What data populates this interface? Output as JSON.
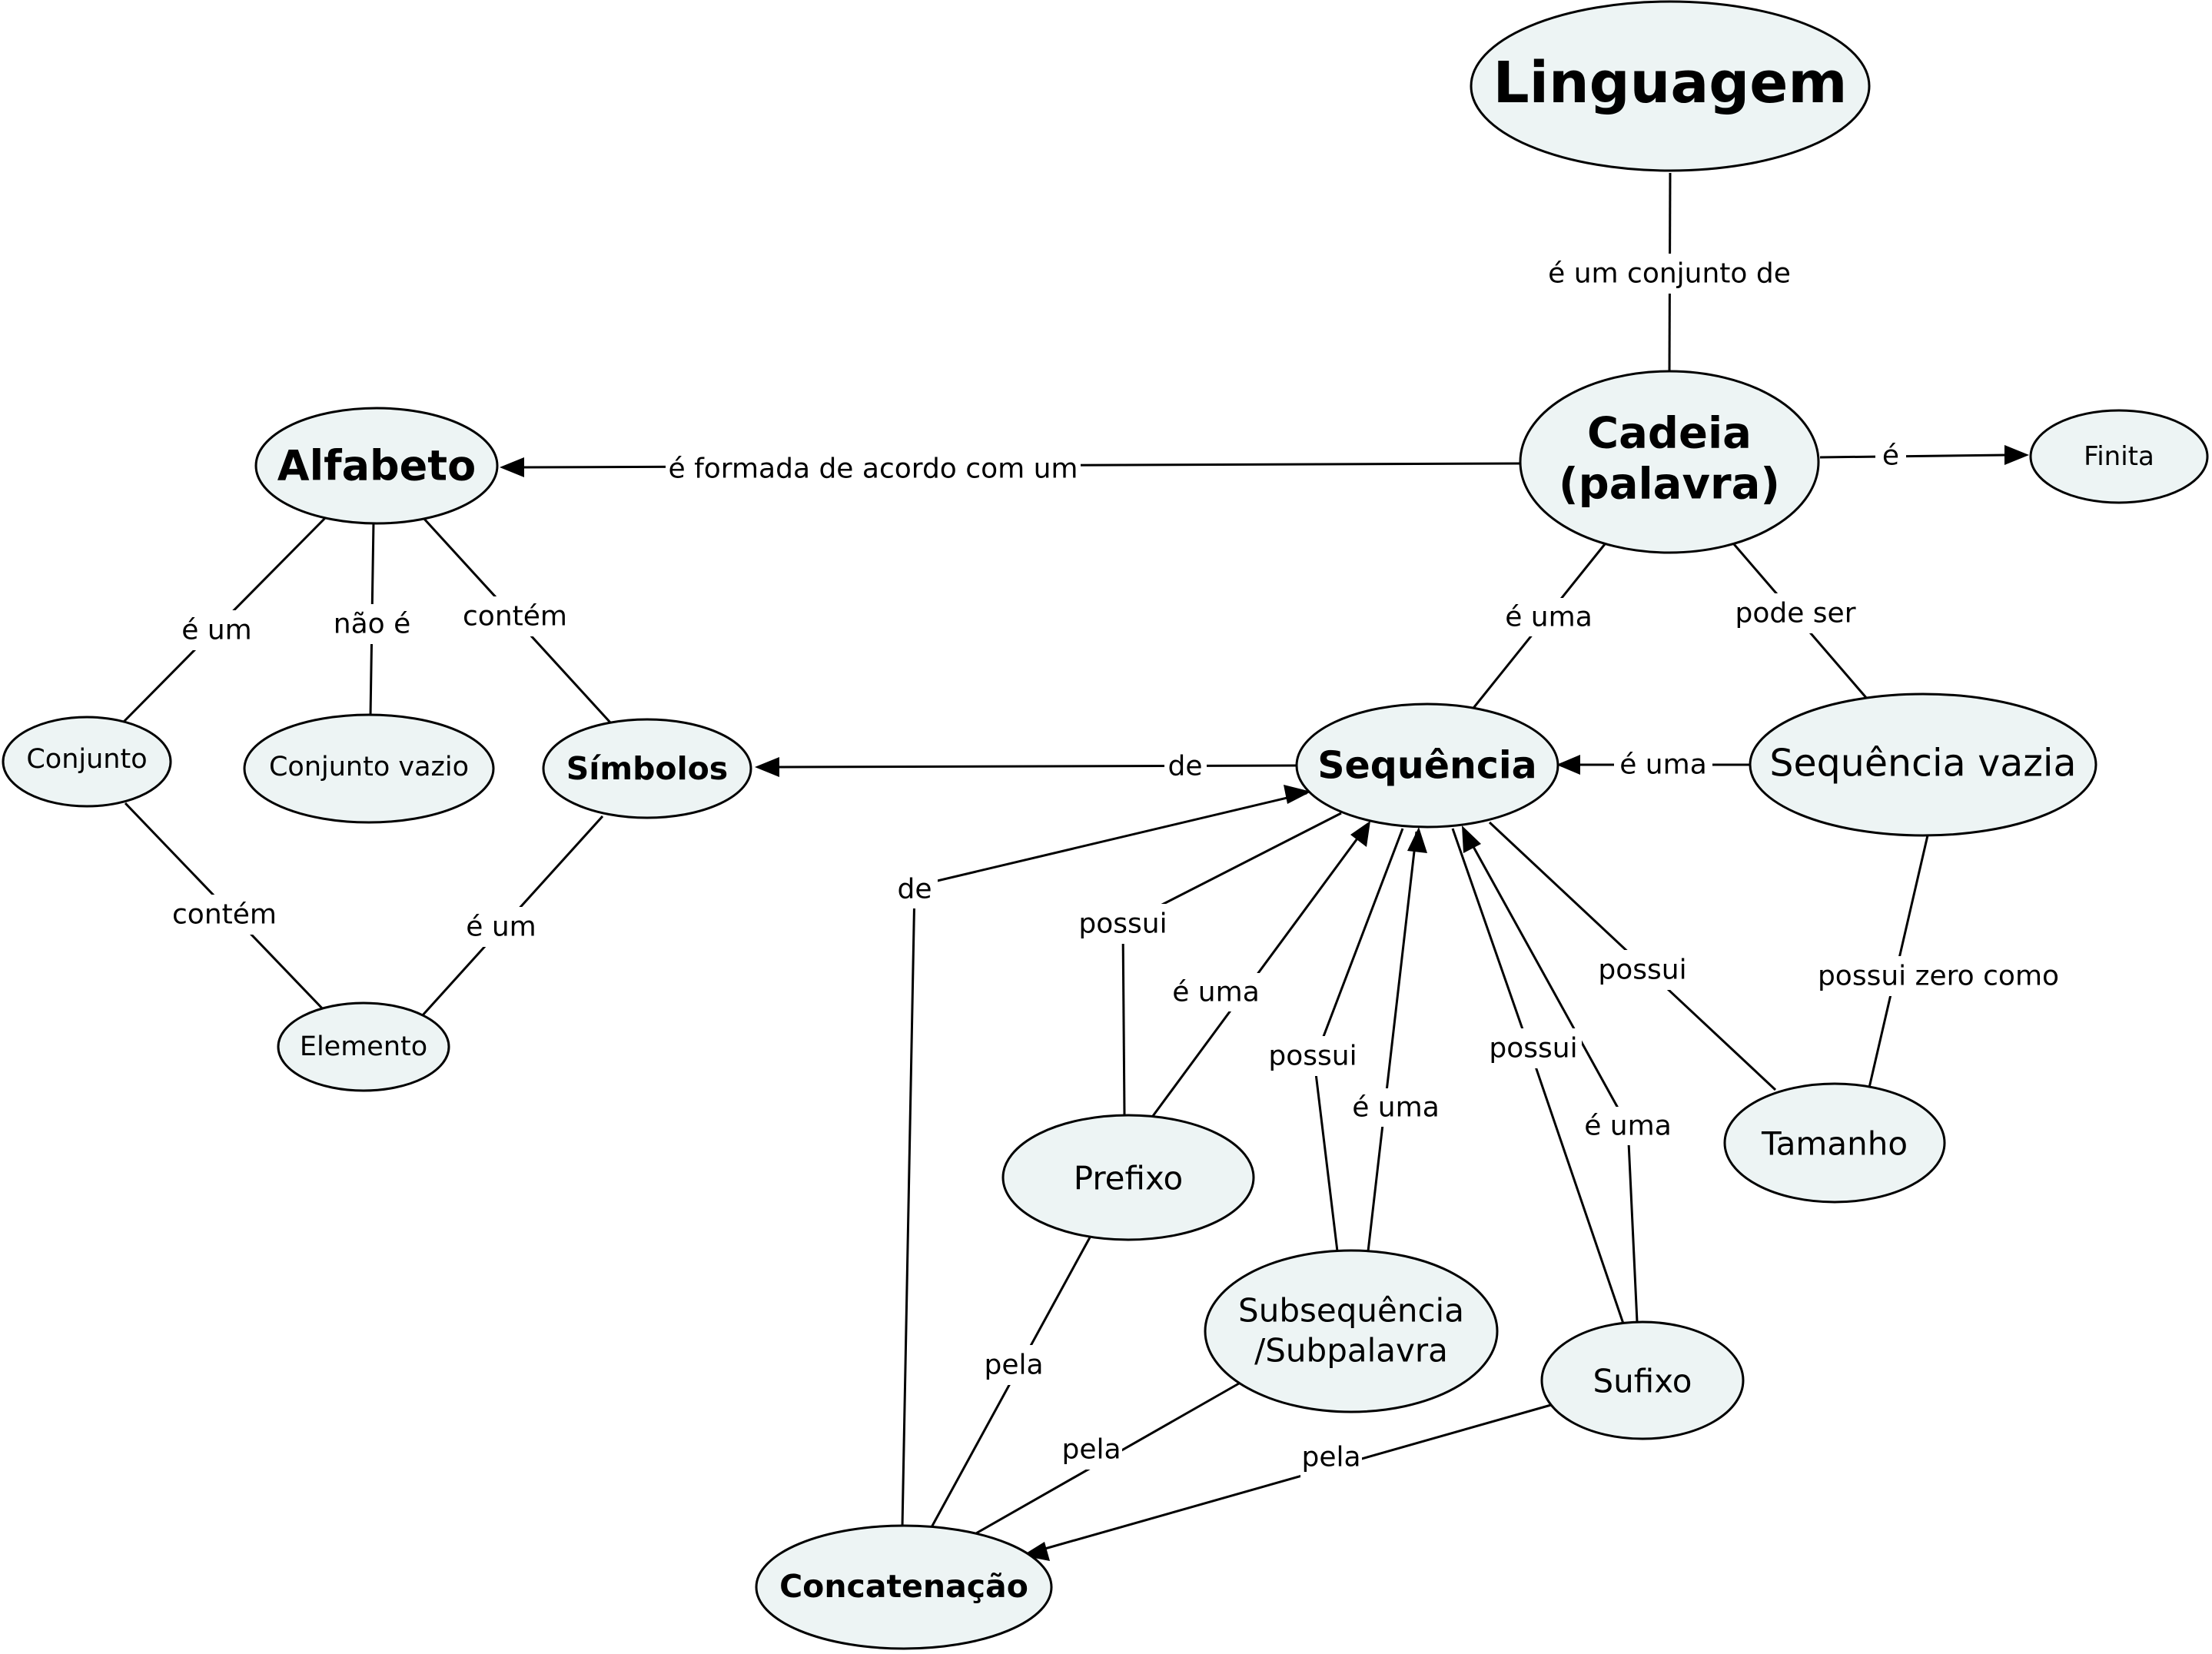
{
  "concepts": {
    "linguagem": "Linguagem",
    "cadeia_1": "Cadeia",
    "cadeia_2": "(palavra)",
    "finita": "Finita",
    "alfabeto": "Alfabeto",
    "conjunto": "Conjunto",
    "conjunto_vazio": "Conjunto vazio",
    "simbolos": "Símbolos",
    "elemento": "Elemento",
    "sequencia": "Sequência",
    "sequencia_vazia": "Sequência vazia",
    "prefixo": "Prefixo",
    "subsequencia_1": "Subsequência",
    "subsequencia_2": "/Subpalavra",
    "sufixo": "Sufixo",
    "tamanho": "Tamanho",
    "concatenacao": "Concatenação"
  },
  "links": {
    "linguagem_cadeia": "é um conjunto de",
    "cadeia_alfabeto": "é formada de acordo com um",
    "cadeia_finita": "é",
    "cadeia_sequencia": "é uma",
    "cadeia_vazia": "pode ser",
    "alfabeto_conjunto": "é um",
    "alfabeto_vazio": "não é",
    "alfabeto_simbolos": "contém",
    "conjunto_elemento": "contém",
    "simbolos_elemento": "é um",
    "sequencia_simbolos": "de",
    "vazia_sequencia": "é uma",
    "concat_sequencia": "de",
    "seq_prefixo": "possui",
    "prefixo_seq": "é uma",
    "seq_sub": "possui",
    "sub_seq": "é uma",
    "seq_sufixo": "possui",
    "sufixo_seq": "é uma",
    "seq_tamanho": "possui",
    "vazia_tamanho": "possui zero como",
    "prefixo_concat": "pela",
    "sub_concat": "pela",
    "sufixo_concat": "pela"
  }
}
